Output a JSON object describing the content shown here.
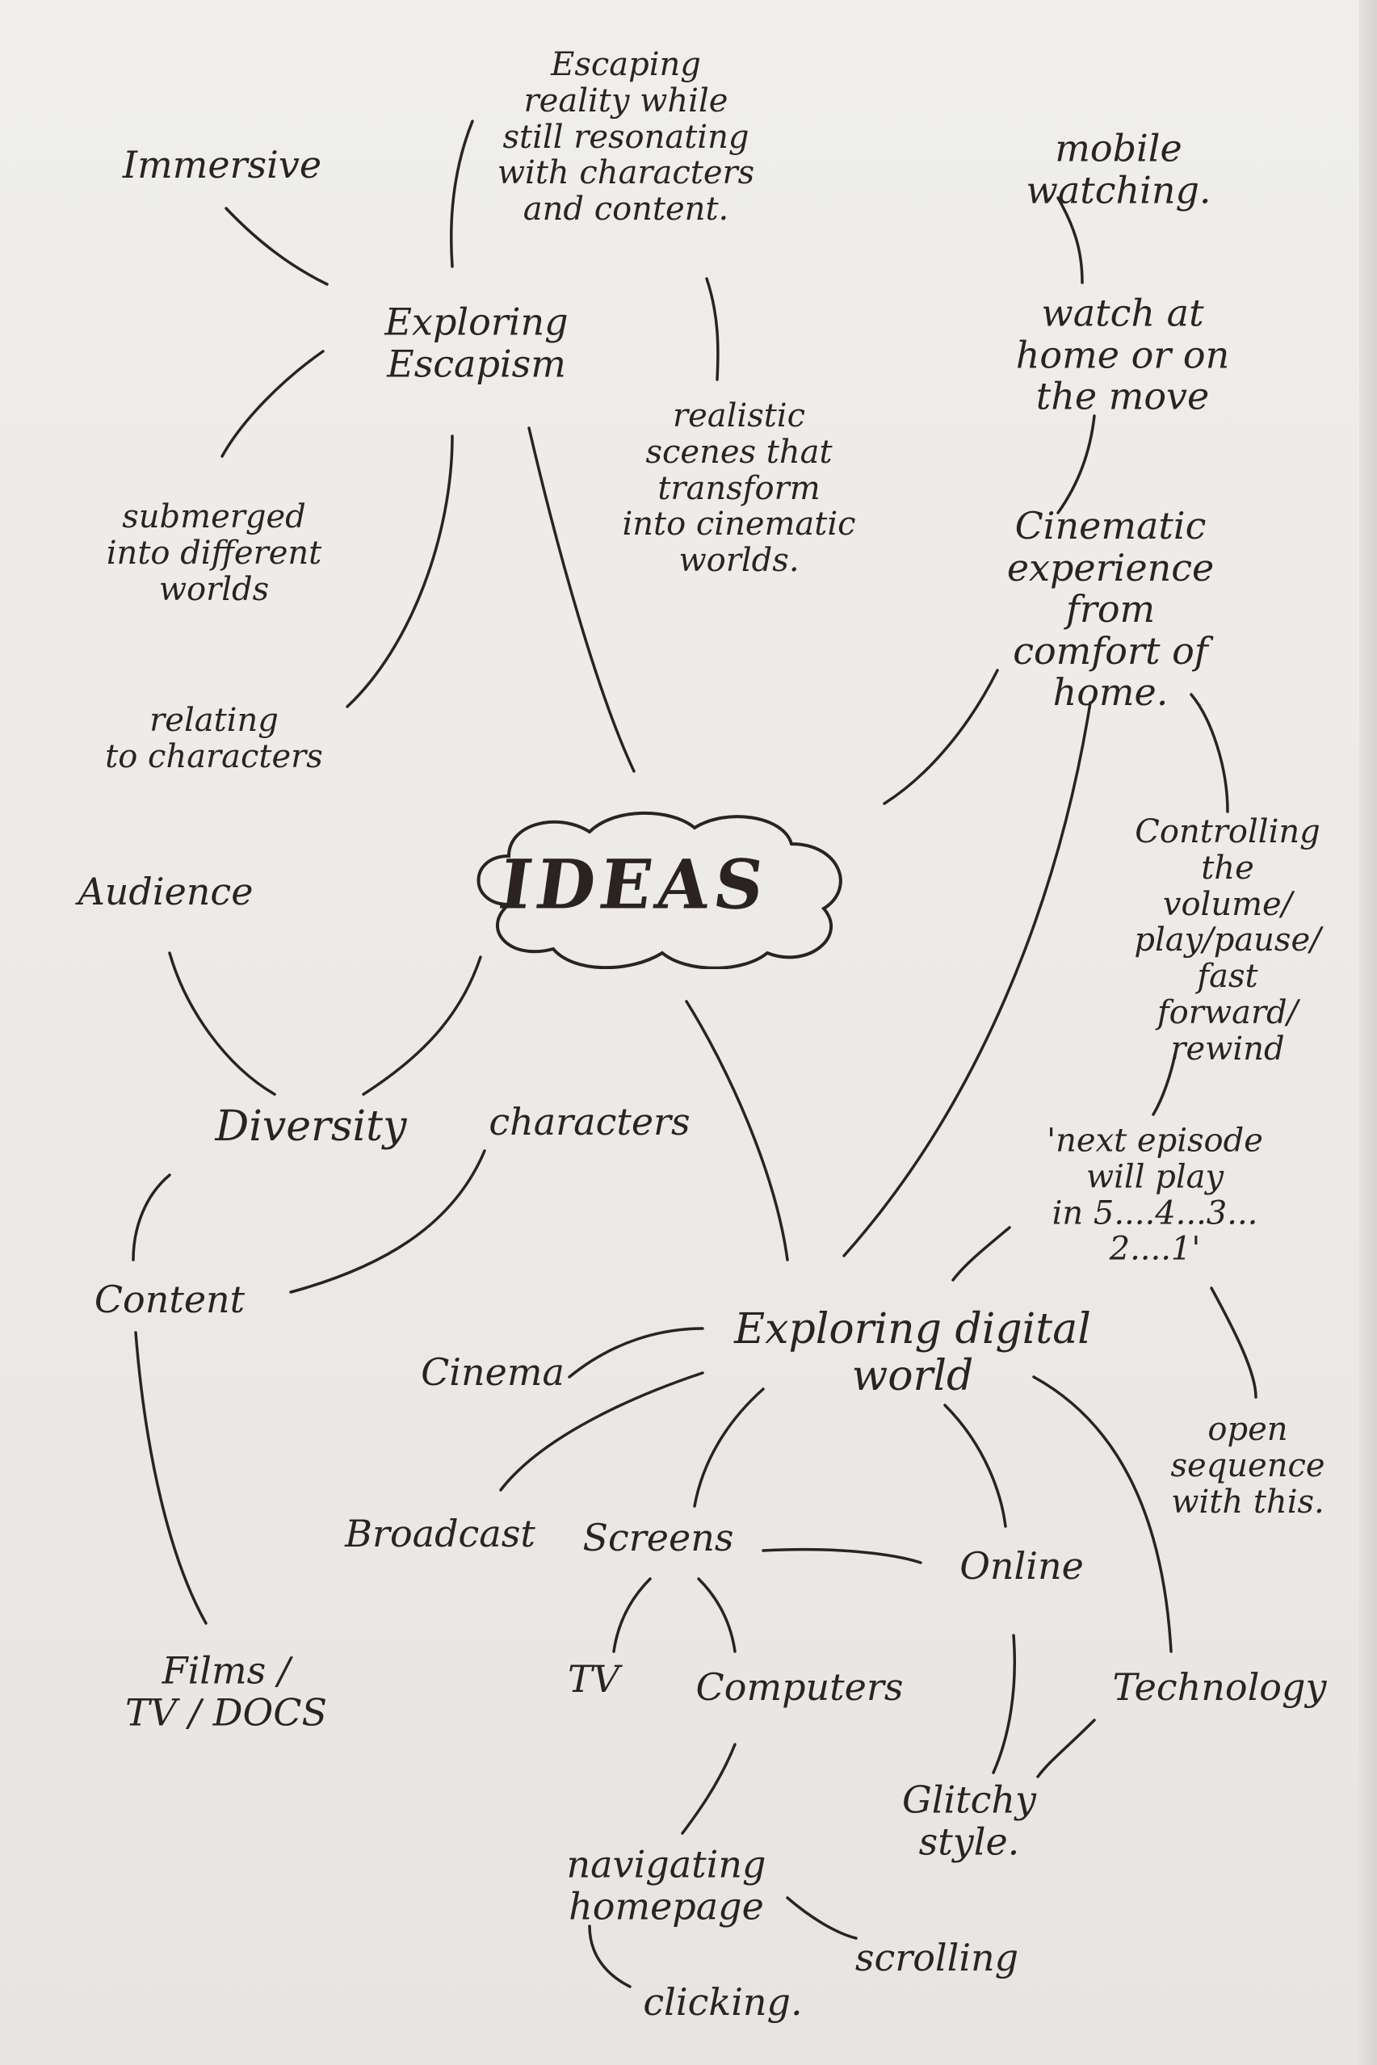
{
  "center": {
    "label": "IDEAS"
  },
  "nodes": {
    "immersive": "Immersive",
    "escaping_reality": "Escaping\nreality while\nstill resonating\nwith characters\nand content.",
    "mobile_watching": "mobile watching.",
    "exploring_escapism": "Exploring\nEscapism",
    "watch_at_home": "watch at\nhome or on\nthe move",
    "realistic_scenes": "realistic\nscenes that\ntransform\ninto cinematic\nworlds.",
    "submerged": "submerged\ninto different\nworlds",
    "cinematic_experience": "Cinematic\nexperience from\ncomfort of home.",
    "relating": "relating\nto characters",
    "audience": "Audience",
    "controlling": "Controlling\nthe volume/\nplay/pause/\nfast forward/\nrewind",
    "diversity": "Diversity",
    "characters": "characters",
    "next_episode": "'next episode\nwill play\nin 5....4...3...\n2....1'",
    "content": "Content",
    "exploring_digital": "Exploring digital\nworld",
    "cinema": "Cinema",
    "open_sequence": "open\nsequence\nwith this.",
    "broadcast": "Broadcast",
    "screens": "Screens",
    "online": "Online",
    "films": "Films /\nTV / DOCS",
    "tv": "TV",
    "computers": "Computers",
    "technology": "Technology",
    "glitchy": "Glitchy\nstyle.",
    "navigating": "navigating\nhomepage",
    "scrolling": "scrolling",
    "clicking": "clicking."
  },
  "colors": {
    "paper": "#eeedeb",
    "ink": "#2b2320"
  }
}
